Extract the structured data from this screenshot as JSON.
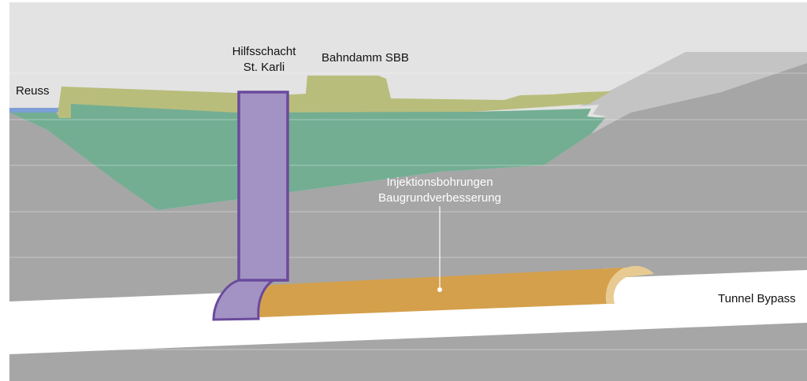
{
  "labels": {
    "reuss": "Reuss",
    "shaft_line1": "Hilfsschacht",
    "shaft_line2": "St. Karli",
    "embankment": "Bahndamm SBB",
    "injection_line1": "Injektionsbohrungen",
    "injection_line2": "Baugrundverbesserung",
    "tunnel": "Tunnel Bypass"
  },
  "colors": {
    "sky": "#e3e3e3",
    "rock": "#a6a6a6",
    "slope": "#c4c4c4",
    "fill_layer": "#b9bd7b",
    "gravel_layer": "#73ae93",
    "river": "#7d9fd6",
    "shaft_fill": "#a393c4",
    "shaft_stroke": "#6a4a9c",
    "injection": "#d4a04c",
    "injection_ring": "#e8cb92",
    "tunnel": "#ffffff"
  }
}
